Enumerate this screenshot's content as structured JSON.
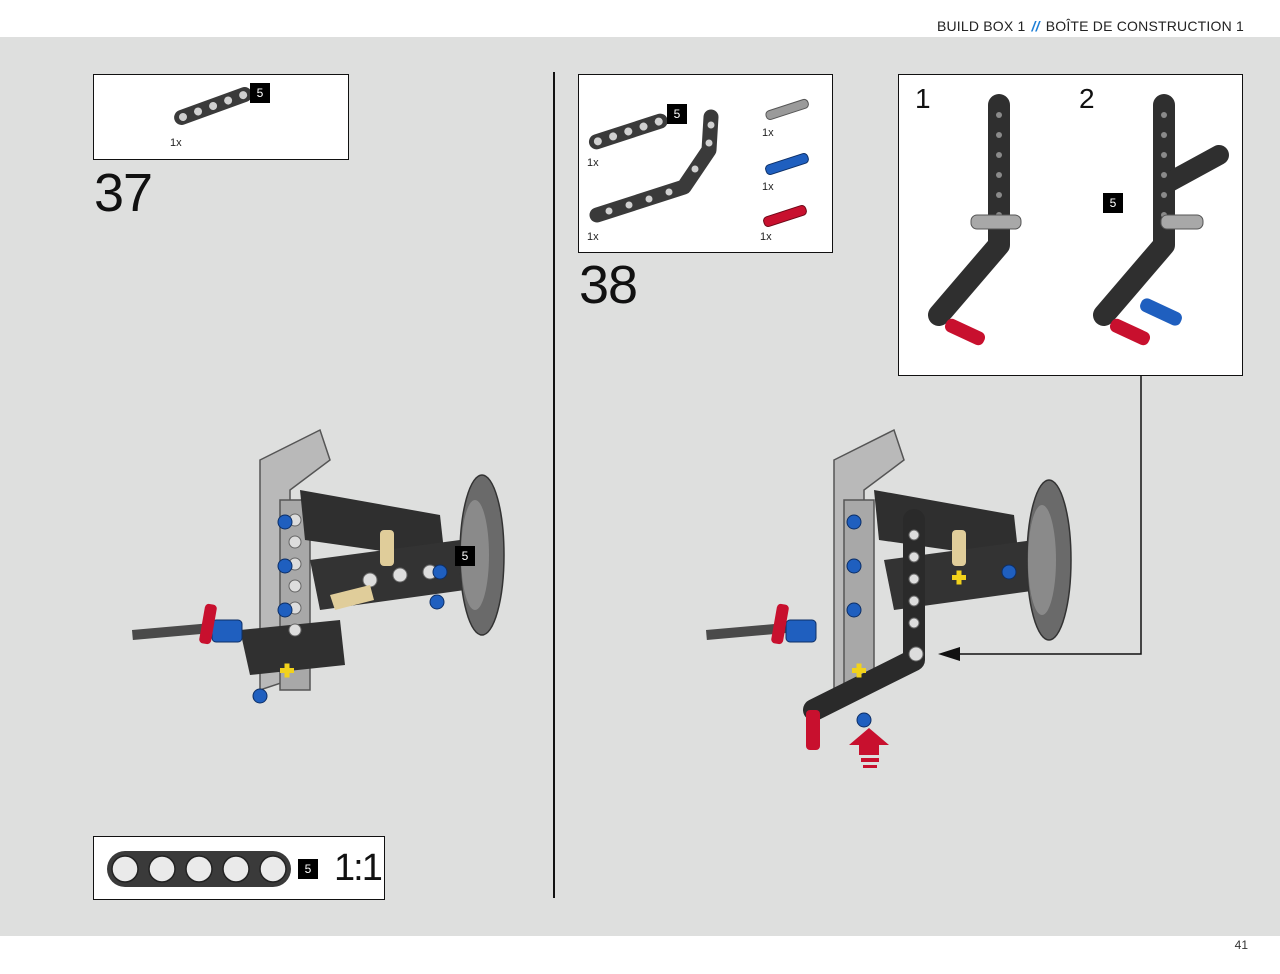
{
  "header": {
    "title_left": "BUILD BOX 1",
    "separator": "//",
    "title_right": "BOÎTE DE CONSTRUCTION 1"
  },
  "footer": {
    "page_number": "41"
  },
  "step_37": {
    "number": "37",
    "parts": [
      {
        "badge": "5",
        "qty": "1x",
        "part": "beam-5-dark-gray"
      }
    ],
    "assembly_badge": "5"
  },
  "step_38": {
    "number": "38",
    "parts": [
      {
        "badge": "5",
        "qty": "1x",
        "part": "beam-5-dark-gray"
      },
      {
        "qty": "1x",
        "part": "bent-beam-dark-gray"
      },
      {
        "qty": "1x",
        "part": "axle-pin-gray"
      },
      {
        "qty": "1x",
        "part": "pin-blue"
      },
      {
        "qty": "1x",
        "part": "pin-red"
      }
    ],
    "subassembly": {
      "label_1": "1",
      "label_2": "2",
      "badge": "5"
    }
  },
  "ruler": {
    "badge": "5",
    "scale": "1:1"
  },
  "colors": {
    "background": "#dedfde",
    "accent": "#1e7fd6",
    "dark_gray": "#3a3a3a",
    "blue": "#1f5fbf",
    "red": "#c8102e",
    "tan": "#e0cd9a",
    "yellow": "#f2d21b"
  }
}
